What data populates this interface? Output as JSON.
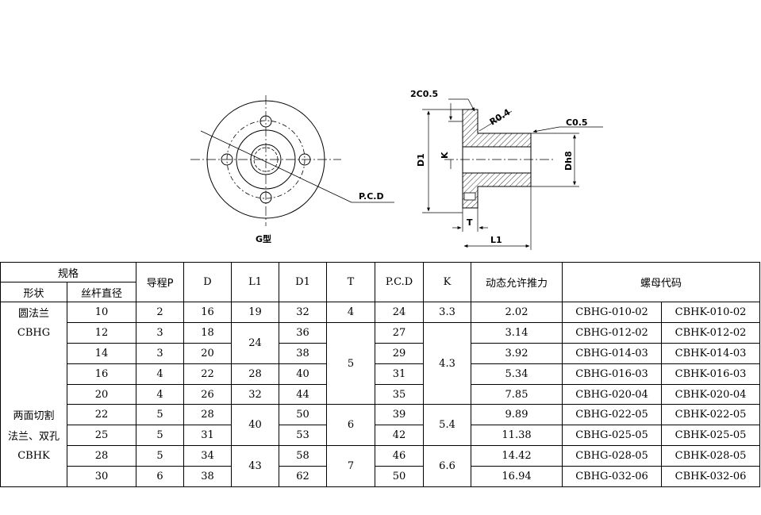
{
  "drawing": {
    "front_view_caption": "G型",
    "labels": {
      "chamfer_2c": "2C0.5",
      "radius": "R0.4",
      "chamfer_c": "C0.5",
      "d1": "D1",
      "k": "K",
      "dh8": "Dh8",
      "t": "T",
      "l1": "L1",
      "pcd": "P.C.D"
    }
  },
  "table": {
    "headers": {
      "spec": "规格",
      "shape": "形状",
      "screw_dia": "丝杆直径",
      "lead": "导程P",
      "d": "D",
      "l1": "L1",
      "d1": "D1",
      "t": "T",
      "pcd": "P.C.D",
      "k": "K",
      "thrust": "动态允许推力",
      "nut_code": "螺母代码"
    },
    "shape_labels": {
      "round_flange": "圆法兰",
      "cbhg": "CBHG",
      "two_side_cut": "两面切割",
      "flange_two_holes": "法兰、双孔",
      "cbhk": "CBHK"
    },
    "rows": [
      {
        "dia": "10",
        "p": "2",
        "d": "16",
        "l1": "19",
        "d1": "32",
        "t": "4",
        "pcd": "24",
        "k": "3.3",
        "thrust": "2.02",
        "g": "CBHG-010-02",
        "kcode": "CBHK-010-02"
      },
      {
        "dia": "12",
        "p": "3",
        "d": "18",
        "l1": "24",
        "d1": "36",
        "t": "5",
        "pcd": "27",
        "k": "4.3",
        "thrust": "3.14",
        "g": "CBHG-012-02",
        "kcode": "CBHK-012-02"
      },
      {
        "dia": "14",
        "p": "3",
        "d": "20",
        "l1": "24",
        "d1": "38",
        "t": "5",
        "pcd": "29",
        "k": "4.3",
        "thrust": "3.92",
        "g": "CBHG-014-03",
        "kcode": "CBHK-014-03"
      },
      {
        "dia": "16",
        "p": "4",
        "d": "22",
        "l1": "28",
        "d1": "40",
        "t": "5",
        "pcd": "31",
        "k": "4.3",
        "thrust": "5.34",
        "g": "CBHG-016-03",
        "kcode": "CBHK-016-03"
      },
      {
        "dia": "20",
        "p": "4",
        "d": "26",
        "l1": "32",
        "d1": "44",
        "t": "5",
        "pcd": "35",
        "k": "4.3",
        "thrust": "7.85",
        "g": "CBHG-020-04",
        "kcode": "CBHK-020-04"
      },
      {
        "dia": "22",
        "p": "5",
        "d": "28",
        "l1": "40",
        "d1": "50",
        "t": "6",
        "pcd": "39",
        "k": "5.4",
        "thrust": "9.89",
        "g": "CBHG-022-05",
        "kcode": "CBHK-022-05"
      },
      {
        "dia": "25",
        "p": "5",
        "d": "31",
        "l1": "40",
        "d1": "53",
        "t": "6",
        "pcd": "42",
        "k": "5.4",
        "thrust": "11.38",
        "g": "CBHG-025-05",
        "kcode": "CBHK-025-05"
      },
      {
        "dia": "28",
        "p": "5",
        "d": "34",
        "l1": "43",
        "d1": "58",
        "t": "7",
        "pcd": "46",
        "k": "6.6",
        "thrust": "14.42",
        "g": "CBHG-028-05",
        "kcode": "CBHK-028-05"
      },
      {
        "dia": "30",
        "p": "6",
        "d": "38",
        "l1": "43",
        "d1": "62",
        "t": "7",
        "pcd": "50",
        "k": "6.6",
        "thrust": "16.94",
        "g": "CBHG-032-06",
        "kcode": "CBHK-032-06"
      }
    ]
  }
}
